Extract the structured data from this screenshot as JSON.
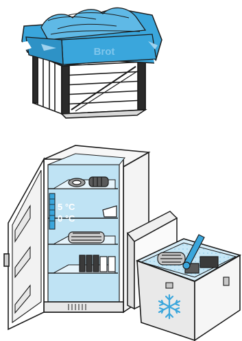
{
  "bread_crate": {
    "cover_label": "Brot",
    "cover_color": "#3aa6dc",
    "cover_light_color": "#9fd2ee"
  },
  "fridge": {
    "temp_upper": "5 °C",
    "temp_lower": "0 °C",
    "interior_color": "#bfe3f4",
    "thermometer_color": "#3aa6dc"
  },
  "cooler_box": {
    "snowflake_icon": "snowflake-icon",
    "thermometer_color": "#3aa6dc"
  }
}
